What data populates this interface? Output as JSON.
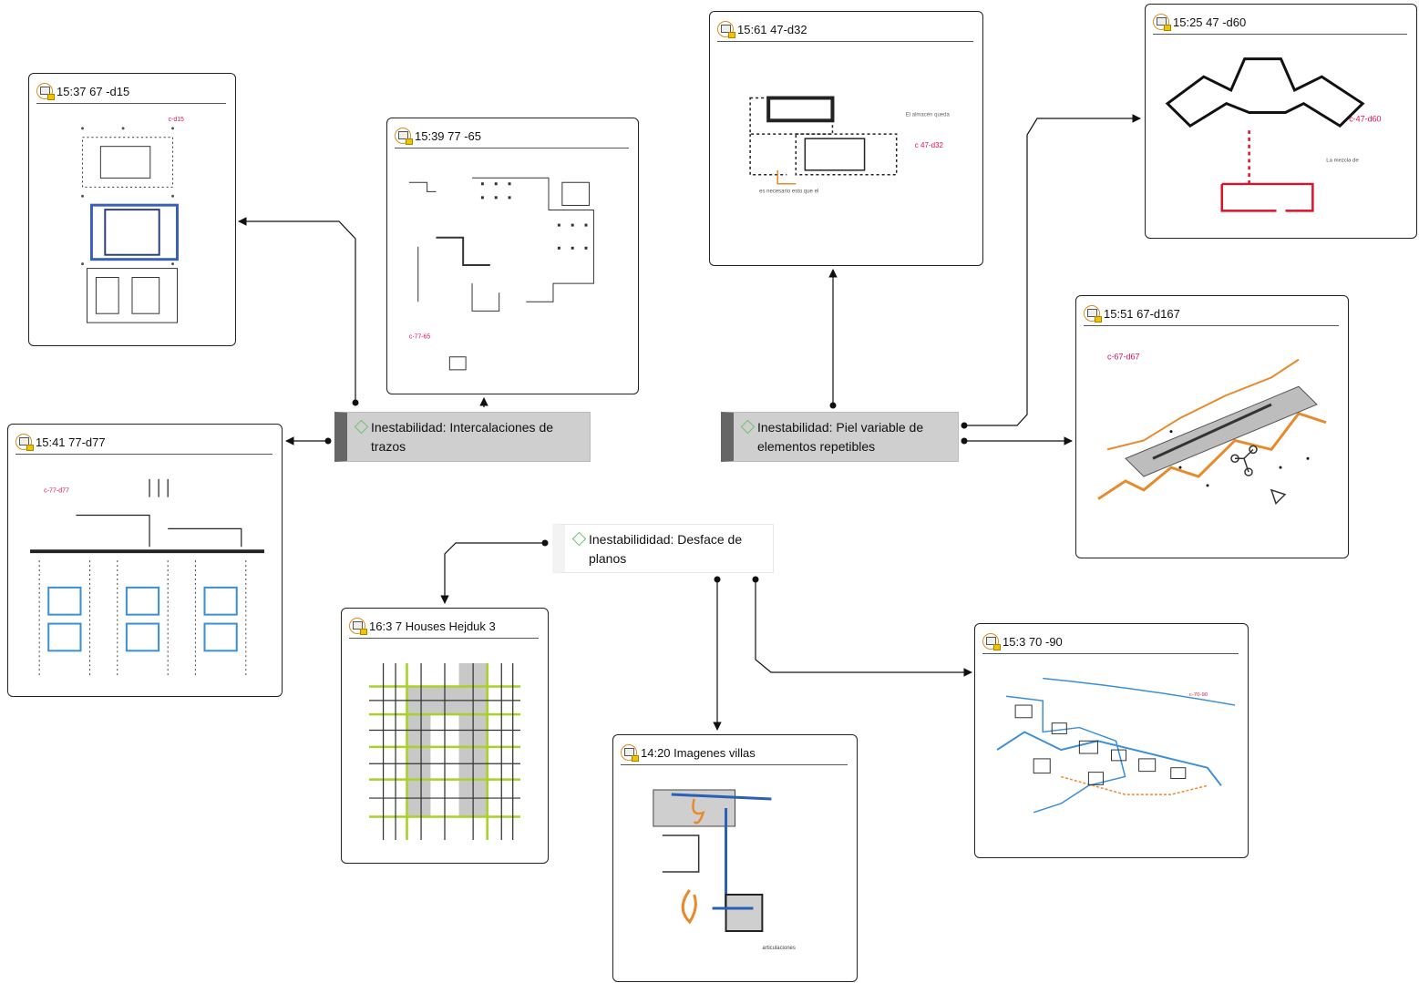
{
  "codes": [
    {
      "label": "Inestabilidad: Intercalaciones de trazos",
      "style": "dark"
    },
    {
      "label": "Inestabilidad: Piel variable de elementos repetibles",
      "style": "dark"
    },
    {
      "label": "Inestabilididad: Desface de planos",
      "style": "light"
    }
  ],
  "quotations": [
    {
      "title": "15:37 67 -d15"
    },
    {
      "title": "15:39 77 -65"
    },
    {
      "title": "15:61 47-d32"
    },
    {
      "title": "15:25 47 -d60"
    },
    {
      "title": "15:41 77-d77"
    },
    {
      "title": "15:51 67-d167"
    },
    {
      "title": "16:3 7 Houses Hejduk 3"
    },
    {
      "title": "15:3 70 -90"
    },
    {
      "title": "14:20 Imagenes villas"
    }
  ],
  "sketch_notes": {
    "d15": "c-d15",
    "q65": "c-77-65",
    "d32_note1": "El almacén queda",
    "d32_note2": "c 47-d32",
    "d32_caption": "es necesario esto que el",
    "d60": "c-47-d60",
    "d60_note": "La mezcla de",
    "d77": "c-77-d77",
    "d167": "c-67-d67",
    "q90": "c-70-90",
    "villas_note": "articulaciones"
  },
  "colors": {
    "card_border": "#222222",
    "code_dark_bg": "#cfcfcf",
    "code_dark_bar": "#666666",
    "code_icon": "#6cc36c",
    "doc_icon": "#e08a1e",
    "sketch_red": "#e0105a",
    "sketch_orange": "#e8892a",
    "sketch_blue": "#3a8fd6",
    "hejduk_green": "#a8d12a"
  }
}
